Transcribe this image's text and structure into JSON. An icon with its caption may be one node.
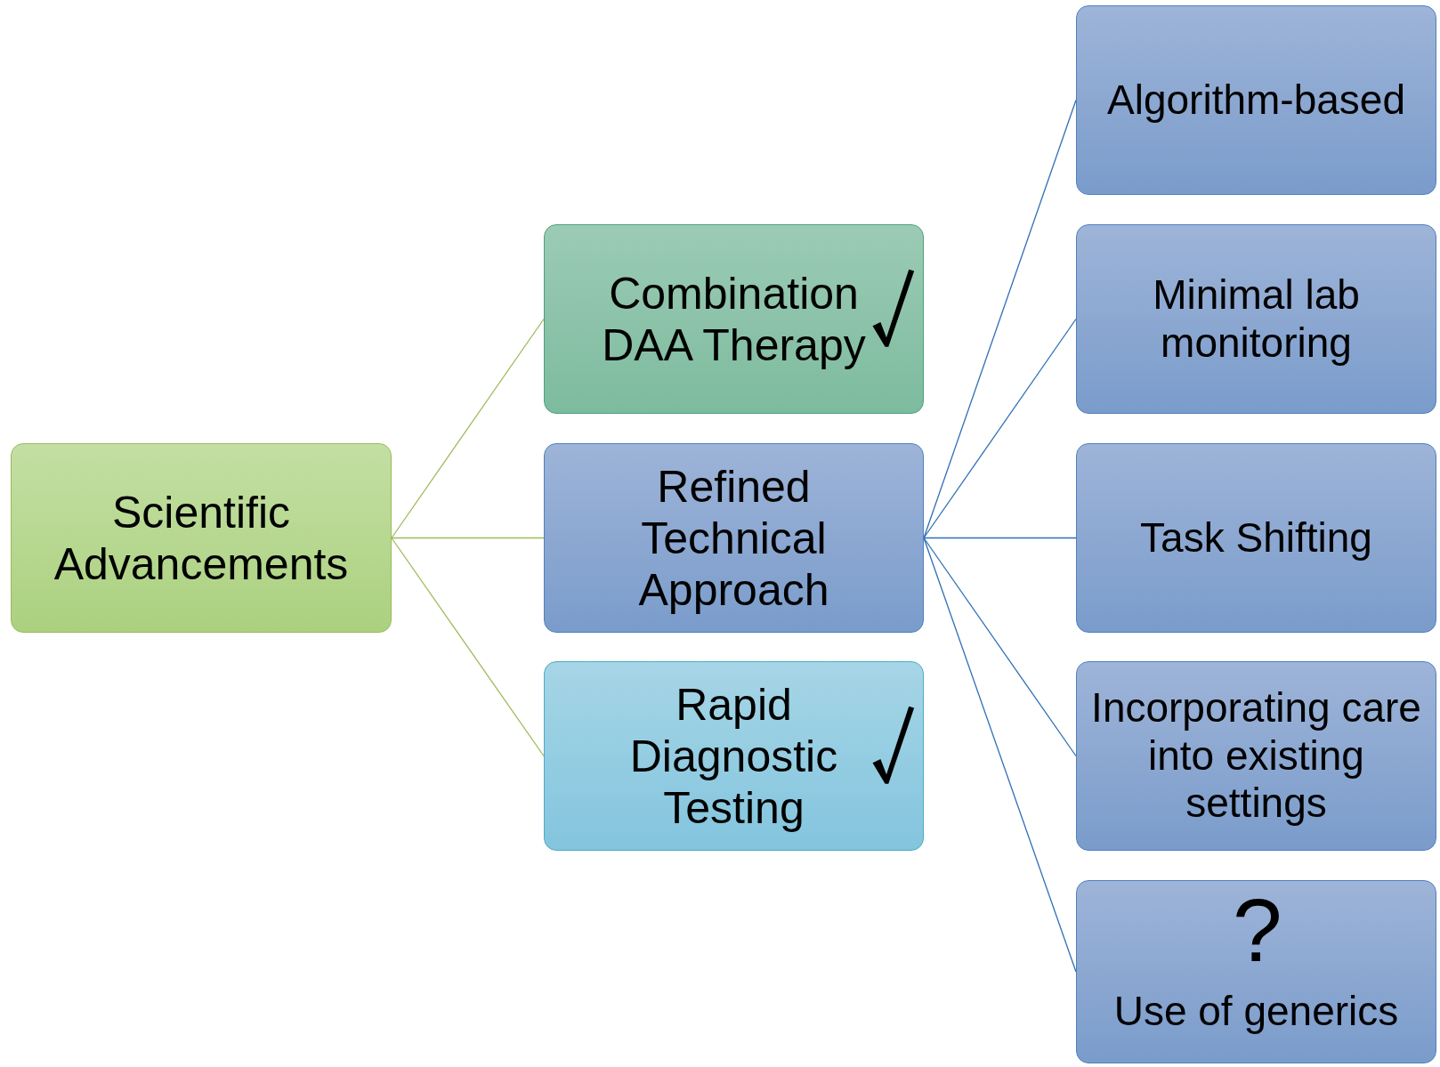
{
  "diagram": {
    "nodes": [
      {
        "text": [
          "Scientific Advancements"
        ]
      },
      {
        "text": [
          "Combination DAA Therapy"
        ]
      },
      {
        "text": [
          "Refined Technical Approach"
        ]
      },
      {
        "text": [
          "Rapid Diagnostic Testing"
        ]
      },
      {
        "text": [
          "Algorithm-based"
        ]
      },
      {
        "text": [
          "Minimal lab monitoring"
        ]
      },
      {
        "text": [
          "Task Shifting"
        ]
      },
      {
        "text": [
          "Incorporating care into existing settings"
        ]
      },
      {
        "text": [
          "Use of generics"
        ]
      }
    ],
    "edges": [
      {
        "from": 0,
        "to": 1,
        "arrow": "none",
        "color": "#9bbb59"
      },
      {
        "from": 0,
        "to": 2,
        "arrow": "none",
        "color": "#9bbb59"
      },
      {
        "from": 0,
        "to": 3,
        "arrow": "none",
        "color": "#9bbb59"
      },
      {
        "from": 2,
        "to": 4,
        "arrow": "none"
      },
      {
        "from": 2,
        "to": 5,
        "arrow": "none"
      },
      {
        "from": 2,
        "to": 6,
        "arrow": "none"
      },
      {
        "from": 2,
        "to": 7,
        "arrow": "none"
      },
      {
        "from": 2,
        "to": 8,
        "arrow": "none"
      }
    ],
    "labels": [
      "?"
    ]
  }
}
